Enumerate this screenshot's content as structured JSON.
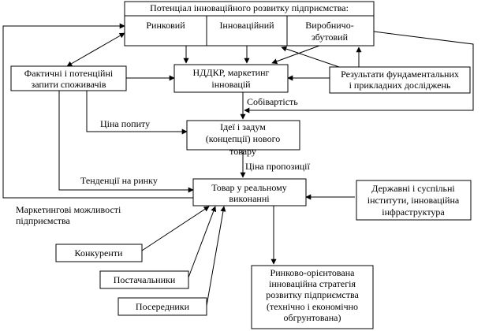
{
  "potential": {
    "title": "Потенціал інноваційного розвитку підприємства:",
    "market": "Ринковий",
    "innovation": "Інноваційний",
    "production_line1": "Виробничо-",
    "production_line2": "збутовий"
  },
  "research": {
    "line1": "НДДКР, маркетинг",
    "line2": "інновацій"
  },
  "requests": {
    "line1": "Фактичні і потенційні",
    "line2": "запити споживачів"
  },
  "results": {
    "line1": "Результати фундаментальних",
    "line2": "і прикладних досліджень"
  },
  "idea": {
    "line1": "Ідеї і задум",
    "line2": "(концепції) нового",
    "line3": "товару"
  },
  "product": {
    "line1": "Товар у реальному",
    "line2": "виконанні"
  },
  "institutions": {
    "line1": "Державні і суспільні",
    "line2": "інститути, інноваційна",
    "line3": "інфраструктура"
  },
  "strategy": {
    "line1": "Ринково-орієнтована",
    "line2": "інноваційна стратегія",
    "line3": "розвитку підприємства",
    "line4": "(технічно і економічно",
    "line5": "обгрунтована)"
  },
  "actors": {
    "competitors": "Конкуренти",
    "suppliers": "Постачальники",
    "intermediaries": "Посередники"
  },
  "labels": {
    "cost": "Собівартість",
    "demand_price": "Ціна попиту",
    "supply_price": "Ціна пропозиції",
    "trends": "Тенденції на ринку",
    "opportunities_line1": "Маркетингові можливості",
    "opportunities_line2": "підприємства"
  }
}
